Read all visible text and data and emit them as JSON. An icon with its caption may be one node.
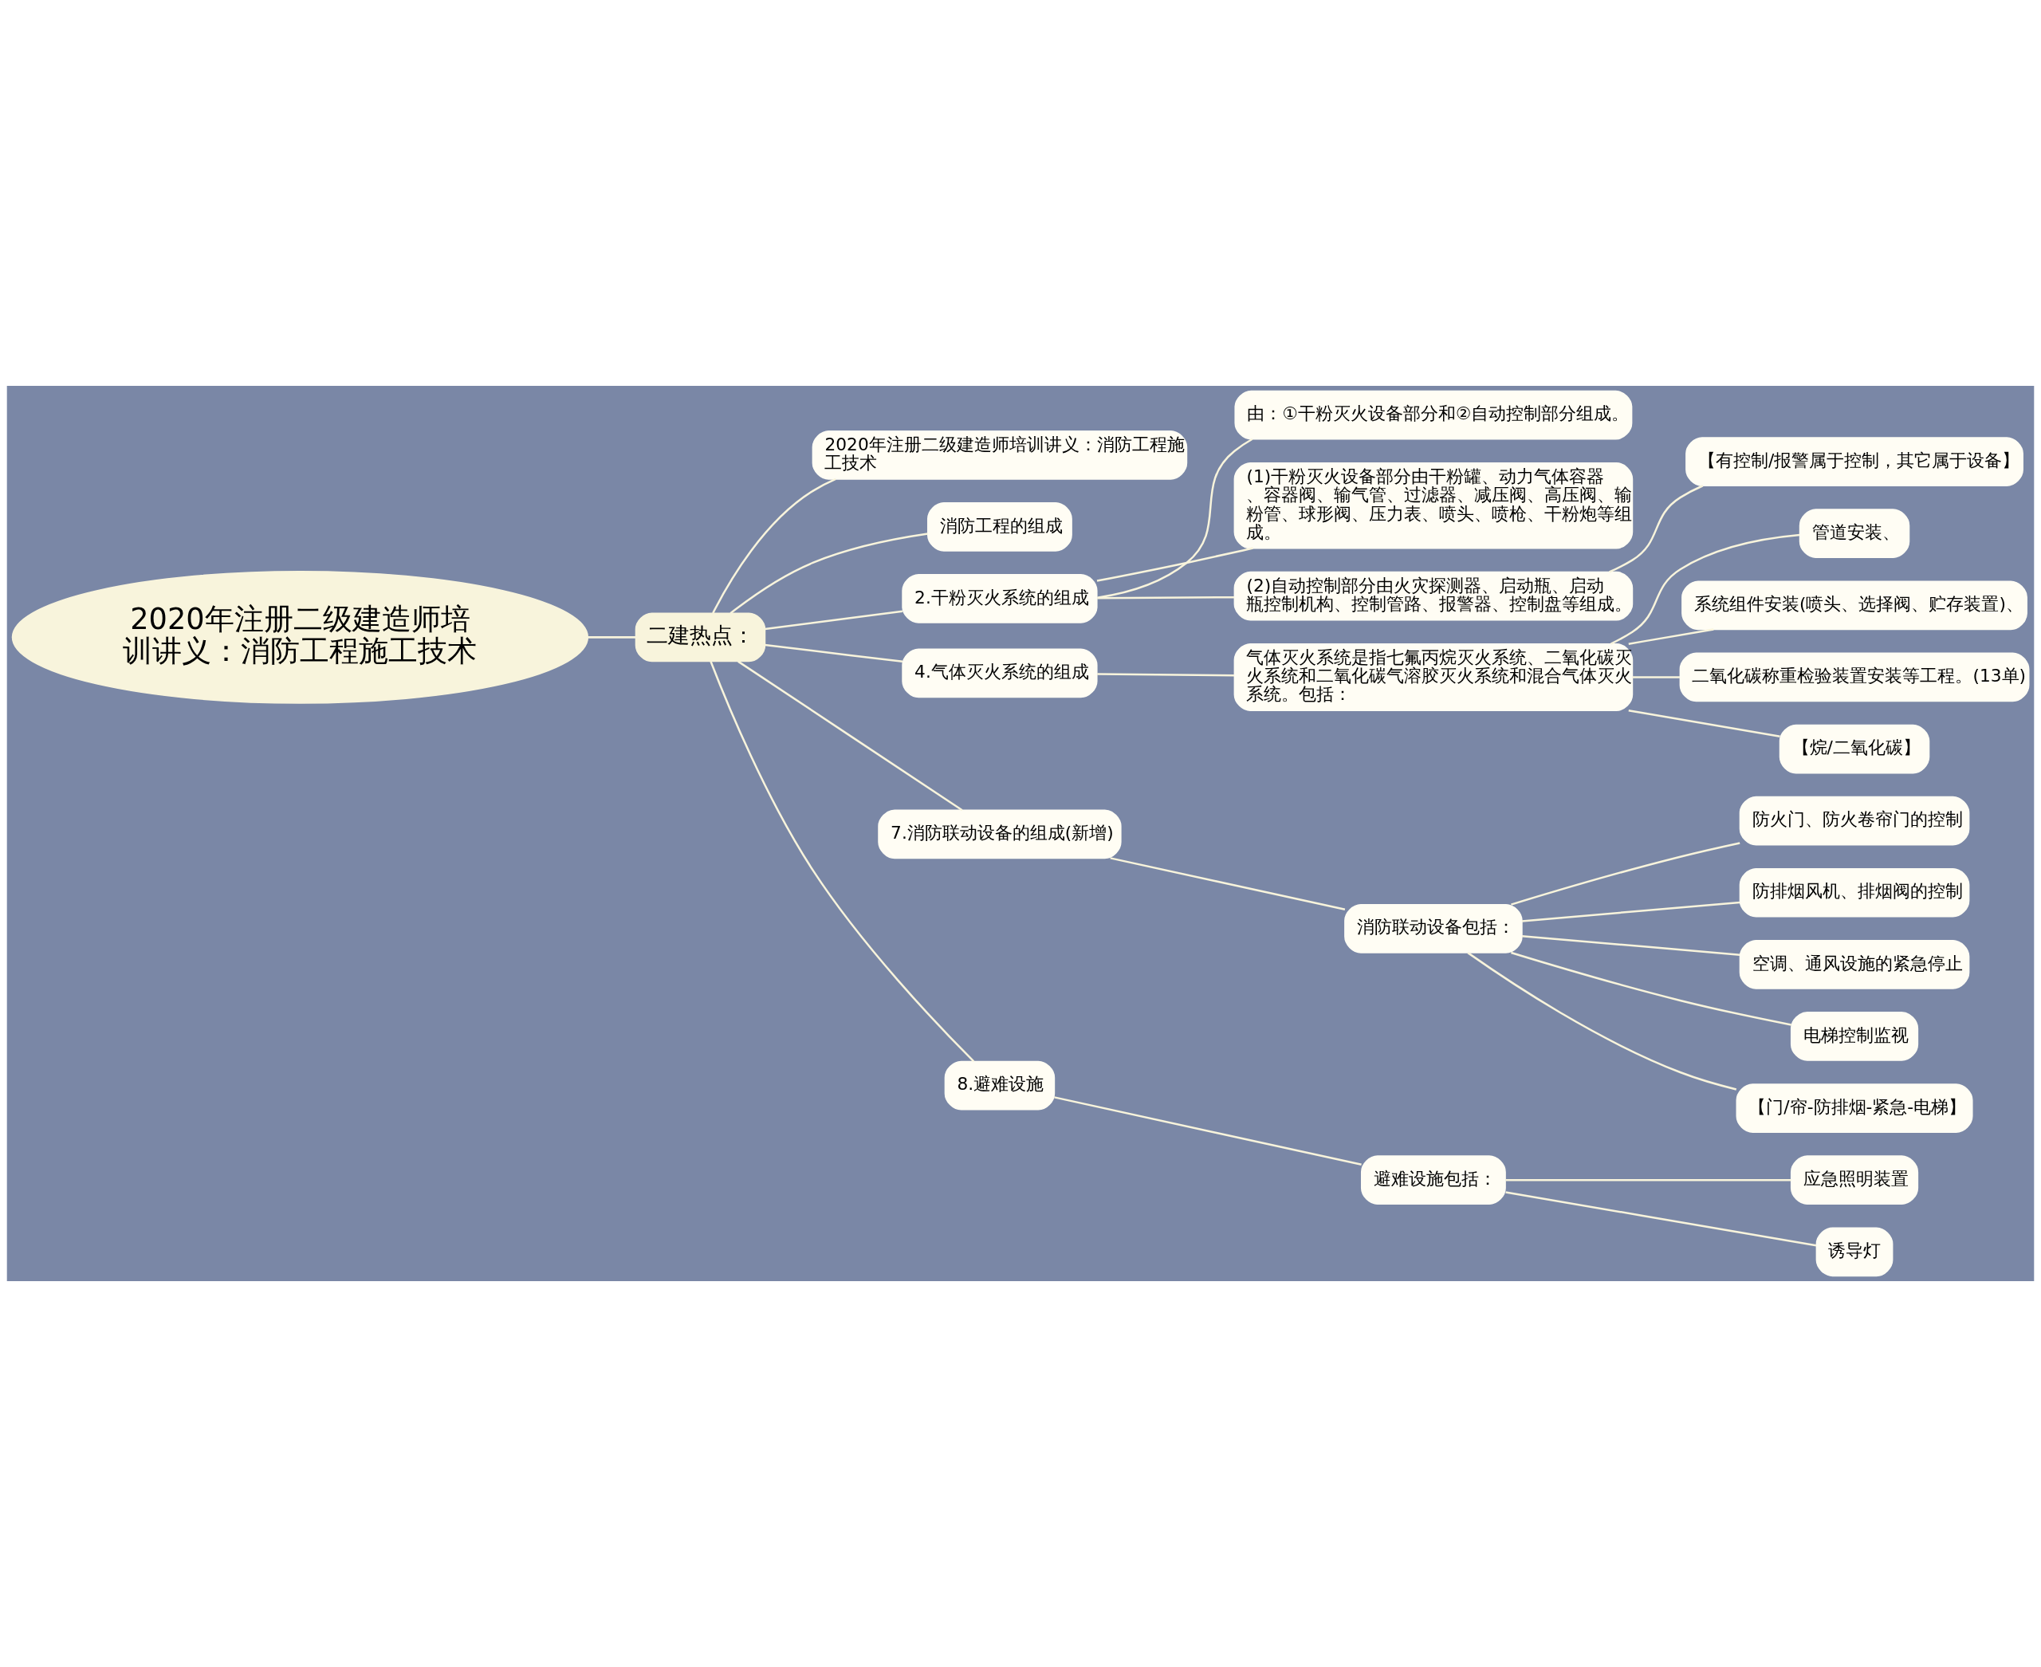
{
  "diagram": {
    "nodes": [
      {
        "text": [
          "2020年注册二级建造师培训讲义：消防工程施工技术"
        ]
      },
      {
        "text": [
          "二建热点："
        ]
      },
      {
        "text": [
          "2020年注册二级建造师培训讲义：消防工程施工技术"
        ]
      },
      {
        "text": [
          "消防工程的组成"
        ]
      },
      {
        "text": [
          "2.干粉灭火系统的组成"
        ]
      },
      {
        "text": [
          "由：①干粉灭火设备部分和②自动控制部分组成。"
        ]
      },
      {
        "text": [
          "(1)干粉灭火设备部分由干粉罐、动力气体容器、容器阀、输气管、过滤器、减压阀、高压阀、输粉管、球形阀、压力表、喷头、喷枪、干粉炮等组成。"
        ]
      },
      {
        "text": [
          "(2)自动控制部分由火灾探测器、启动瓶、启动瓶控制机构、控制管路、报警器、控制盘等组成。"
        ]
      },
      {
        "text": [
          "【有控制/报警属于控制，其它属于设备】"
        ]
      },
      {
        "text": [
          "4.气体灭火系统的组成"
        ]
      },
      {
        "text": [
          "气体灭火系统是指七氟丙烷灭火系统、二氧化碳灭火系统和二氧化碳气溶胶灭火系统和混合气体灭火系统。包括："
        ]
      },
      {
        "text": [
          "管道安装、"
        ]
      },
      {
        "text": [
          "系统组件安装(喷头、选择阀、贮存装置)、"
        ]
      },
      {
        "text": [
          "二氧化碳称重检验装置安装等工程。(13单)"
        ]
      },
      {
        "text": [
          "【烷/二氧化碳】"
        ]
      },
      {
        "text": [
          "7.消防联动设备的组成(新增)"
        ]
      },
      {
        "text": [
          "消防联动设备包括："
        ]
      },
      {
        "text": [
          "防火门、防火卷帘门的控制"
        ]
      },
      {
        "text": [
          "防排烟风机、排烟阀的控制"
        ]
      },
      {
        "text": [
          "空调、通风设施的紧急停止"
        ]
      },
      {
        "text": [
          "电梯控制监视"
        ]
      },
      {
        "text": [
          "【门/帘-防排烟-紧急-电梯】"
        ]
      },
      {
        "text": [
          "8.避难设施"
        ]
      },
      {
        "text": [
          "避难设施包括："
        ]
      },
      {
        "text": [
          "应急照明装置"
        ]
      },
      {
        "text": [
          "诱导灯"
        ]
      }
    ],
    "edges": [
      {
        "from": 0,
        "to": 1,
        "arrow": "none"
      },
      {
        "from": 1,
        "to": 2,
        "arrow": "none"
      },
      {
        "from": 1,
        "to": 3,
        "arrow": "none"
      },
      {
        "from": 1,
        "to": 4,
        "arrow": "none"
      },
      {
        "from": 4,
        "to": 5,
        "arrow": "none"
      },
      {
        "from": 4,
        "to": 6,
        "arrow": "none"
      },
      {
        "from": 4,
        "to": 7,
        "arrow": "none"
      },
      {
        "from": 7,
        "to": 8,
        "arrow": "none"
      },
      {
        "from": 1,
        "to": 9,
        "arrow": "none"
      },
      {
        "from": 9,
        "to": 10,
        "arrow": "none"
      },
      {
        "from": 10,
        "to": 11,
        "arrow": "none"
      },
      {
        "from": 10,
        "to": 12,
        "arrow": "none"
      },
      {
        "from": 10,
        "to": 13,
        "arrow": "none"
      },
      {
        "from": 10,
        "to": 14,
        "arrow": "none"
      },
      {
        "from": 1,
        "to": 15,
        "arrow": "none"
      },
      {
        "from": 15,
        "to": 16,
        "arrow": "none"
      },
      {
        "from": 16,
        "to": 17,
        "arrow": "none"
      },
      {
        "from": 16,
        "to": 18,
        "arrow": "none"
      },
      {
        "from": 16,
        "to": 19,
        "arrow": "none"
      },
      {
        "from": 16,
        "to": 20,
        "arrow": "none"
      },
      {
        "from": 16,
        "to": 21,
        "arrow": "none"
      },
      {
        "from": 1,
        "to": 22,
        "arrow": "none"
      },
      {
        "from": 22,
        "to": 23,
        "arrow": "none"
      },
      {
        "from": 23,
        "to": 24,
        "arrow": "none"
      },
      {
        "from": 23,
        "to": 25,
        "arrow": "none"
      }
    ]
  }
}
